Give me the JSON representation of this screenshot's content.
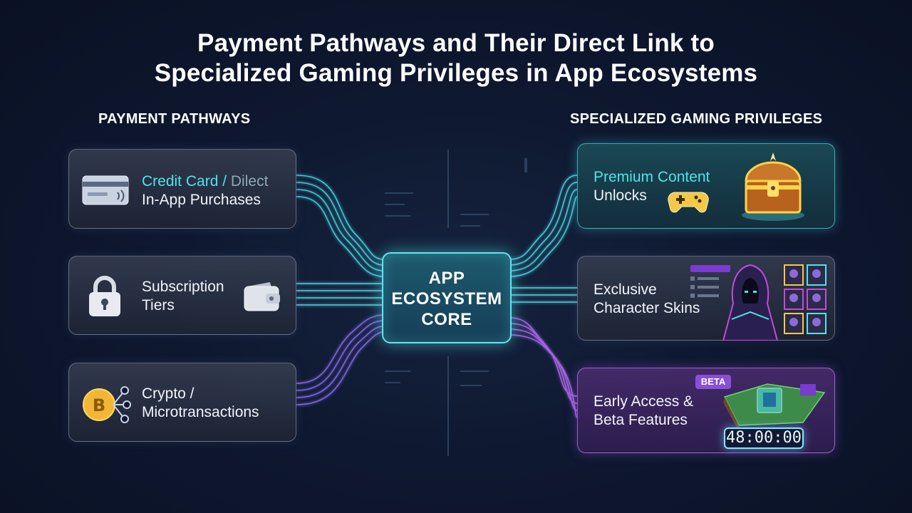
{
  "title": {
    "line1": "Payment Pathways and Their Direct Link to",
    "line2": "Specialized Gaming Privileges in App Ecosystems"
  },
  "left_heading": "PAYMENT PATHWAYS",
  "right_heading": "SPECIALIZED GAMING PRIVILEGES",
  "core": {
    "line1": "APP",
    "line2": "ECOSYSTEM",
    "line3": "CORE"
  },
  "payments": {
    "credit": {
      "part1": "Credit Card",
      "sep": " / ",
      "part2": "Dilect",
      "line2": "In-App Purchases"
    },
    "subscription": {
      "line1": "Subscription",
      "line2": "Tiers"
    },
    "crypto": {
      "line1": "Crypto /",
      "line2": "Microtransactions"
    }
  },
  "privileges": {
    "premium": {
      "line1": "Premium Content",
      "line2": "Unlocks"
    },
    "skins": {
      "line1": "Exclusive",
      "line2": "Character Skins"
    },
    "beta": {
      "line1": "Early Access &",
      "line2": "Beta Features",
      "badge": "BETA",
      "timer": "48:00:00"
    }
  },
  "colors": {
    "cyan": "#4fe3ea",
    "purple": "#a86cf0",
    "gold": "#f2b632"
  },
  "icons": [
    "credit-card-icon",
    "lock-icon",
    "wallet-icon",
    "bitcoin-icon",
    "network-icon",
    "treasure-chest-icon",
    "gamepad-icon",
    "hooded-character-icon",
    "character-grid-icon",
    "game-map-icon"
  ]
}
